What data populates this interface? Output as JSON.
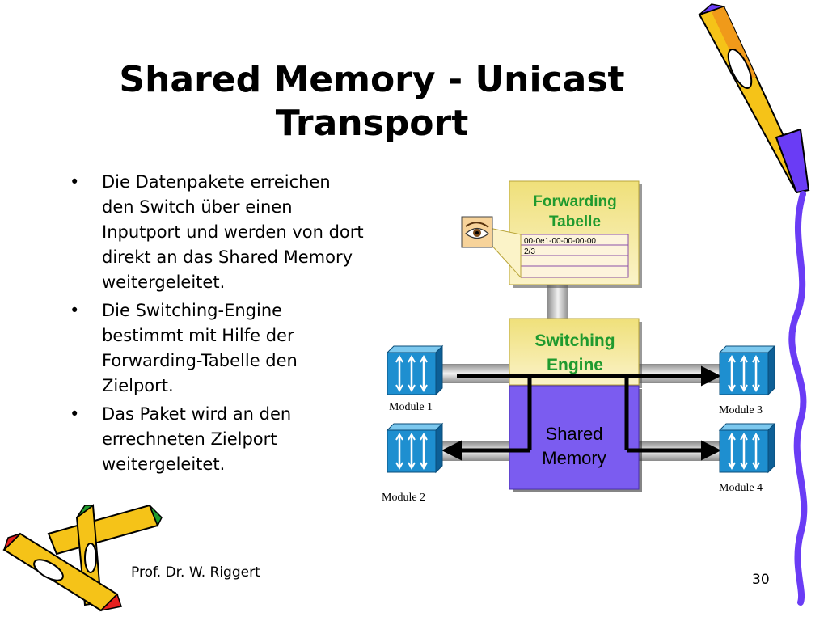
{
  "title": {
    "line1": "Shared Memory - Unicast",
    "line2": "Transport"
  },
  "bullets": [
    "Die Datenpakete erreichen den Switch über einen Inputport und werden von dort direkt an das Shared Memory weitergeleitet.",
    "Die Switching-Engine bestimmt mit Hilfe der Forwarding-Tabelle den Zielport.",
    "Das Paket wird an den errechneten Zielport weitergeleitet."
  ],
  "bullet_symbol": "•",
  "diagram": {
    "forwarding": {
      "line1": "Forwarding",
      "line2": "Tabelle"
    },
    "table_rows": [
      "00-0e1-00-00-00-00",
      "2/3",
      "",
      ""
    ],
    "switching": {
      "line1": "Switching",
      "line2": "Engine"
    },
    "memory": {
      "line1": "Shared",
      "line2": "Memory"
    },
    "modules": [
      "Module 1",
      "Module 2",
      "Module 3",
      "Module 4"
    ]
  },
  "footer": "Prof. Dr. W. Riggert",
  "page_number": "30",
  "colors": {
    "box_yellow": "#f2e47a",
    "text_green": "#1f9a2e",
    "memory_purple": "#7b5cf0",
    "module_blue": "#1e8fd0",
    "pencil_yellow": "#f5c318",
    "pencil_purple": "#6a3cf5"
  }
}
